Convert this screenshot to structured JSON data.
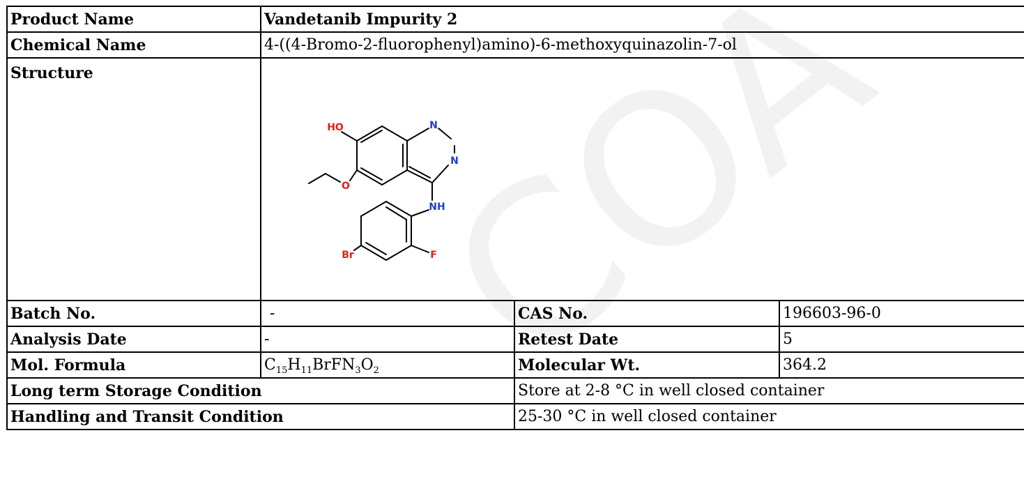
{
  "product_name": {
    "label": "Product Name",
    "value": "Vandetanib Impurity 2"
  },
  "chemical_name": {
    "label": "Chemical Name",
    "value": "4-((4-Bromo-2-fluorophenyl)amino)-6-methoxyquinazolin-7-ol"
  },
  "structure": {
    "label": "Structure",
    "atoms": {
      "ho": "HO",
      "n1": "N",
      "n3": "N",
      "o": "O",
      "nh": "NH",
      "br": "Br",
      "f": "F"
    },
    "colors": {
      "oxygen": "#e0201b",
      "nitrogen": "#1f3ed0",
      "bond": "#000000"
    }
  },
  "batch_no": {
    "label": "Batch No.",
    "value": "-"
  },
  "cas_no": {
    "label": "CAS No.",
    "value": "196603-96-0"
  },
  "analysis_date": {
    "label": "Analysis Date",
    "value": "-"
  },
  "retest_date": {
    "label": "Retest Date",
    "value": "5"
  },
  "mol_formula": {
    "label": "Mol. Formula",
    "parts": {
      "c": "C",
      "c_n": "15",
      "h": "H",
      "h_n": "11",
      "brfn": "BrFN",
      "n_n": "3",
      "o": "O",
      "o_n": "2"
    }
  },
  "molecular_wt": {
    "label": "Molecular Wt.",
    "value": "364.2"
  },
  "long_term_storage": {
    "label": "Long term Storage Condition",
    "value": "Store at 2-8 °C in well closed container"
  },
  "handling_transit": {
    "label": "Handling and Transit Condition",
    "value": "25-30 °C in well closed container"
  },
  "watermark": {
    "text": "COA",
    "color": "#f2f2f2"
  }
}
